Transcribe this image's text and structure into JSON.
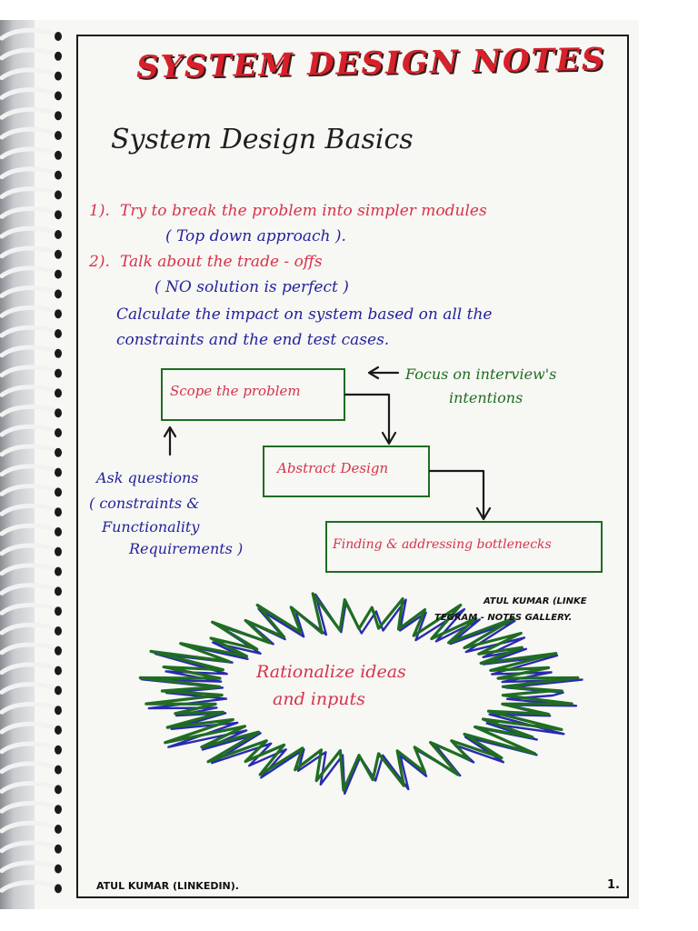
{
  "page": {
    "title": "SYSTEM DESIGN NOTES",
    "subtitle": "System Design Basics",
    "page_number": "1.",
    "footer_credit": "ATUL KUMAR (LINKEDIN).",
    "side_credit_line1": "ATUL KUMAR (LINKE",
    "side_credit_line2": "TEGRAM - NOTES GALLERY."
  },
  "points": [
    {
      "num": "1).",
      "text": "Try to break the problem into simpler modules",
      "sub": "( Top down approach )."
    },
    {
      "num": "2).",
      "text": "Talk about the trade - offs",
      "sub": "( NO solution is perfect )"
    }
  ],
  "calc_note": {
    "line1": "Calculate the impact on system based on all the",
    "line2": "constraints and the end test cases."
  },
  "flow": {
    "step1": "Scope the problem",
    "step2": "Abstract Design",
    "step3": "Finding & addressing bottlenecks",
    "focus_line1": "Focus on interview's",
    "focus_line2": "intentions",
    "ask_line1": "Ask questions",
    "ask_line2": "( constraints &",
    "ask_line3": "Functionality",
    "ask_line4": "Requirements )"
  },
  "burst": {
    "line1": "Rationalize ideas",
    "line2": "and inputs"
  },
  "colors": {
    "red_ink": "#d6334a",
    "blue_ink": "#23239c",
    "green_ink": "#1f6d22",
    "black_ink": "#1e1e1e"
  }
}
